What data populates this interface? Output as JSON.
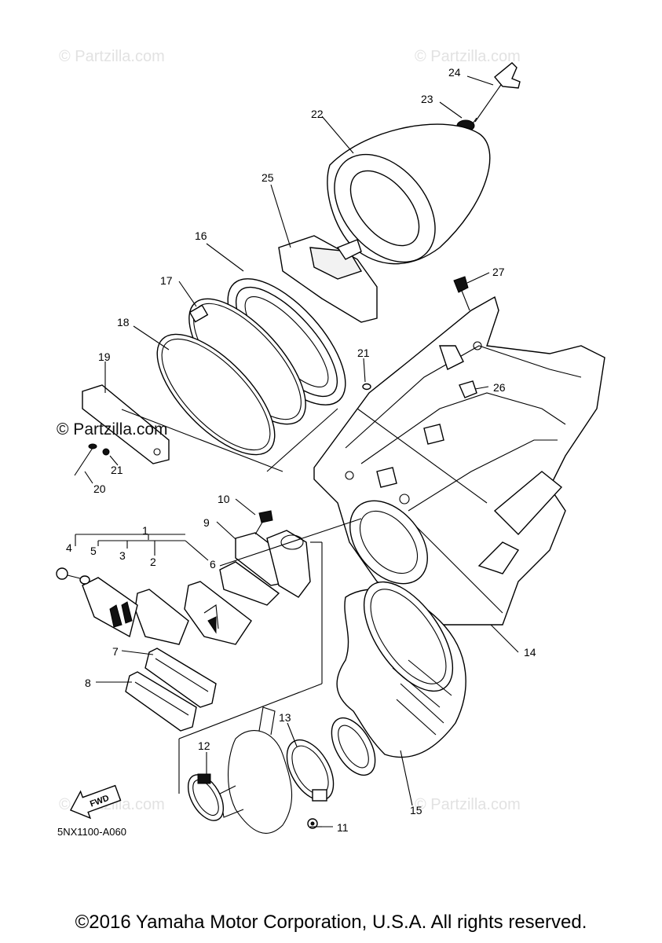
{
  "watermark": "© Partzilla.com",
  "watermark_main": "© Partzilla.com",
  "diagram_code": "5NX1100-A060",
  "fwd_label": "FWD",
  "copyright": "©2016 Yamaha Motor Corporation, U.S.A. All rights reserved.",
  "callouts": {
    "c1": "1",
    "c2": "2",
    "c3": "3",
    "c4": "4",
    "c5": "5",
    "c6": "6",
    "c7": "7",
    "c8": "8",
    "c9": "9",
    "c10": "10",
    "c11": "11",
    "c12": "12",
    "c13": "13",
    "c14": "14",
    "c15": "15",
    "c16": "16",
    "c17": "17",
    "c18": "18",
    "c19": "19",
    "c20": "20",
    "c21a": "21",
    "c21b": "21",
    "c22": "22",
    "c23": "23",
    "c24": "24",
    "c25": "25",
    "c26": "26",
    "c27": "27"
  }
}
